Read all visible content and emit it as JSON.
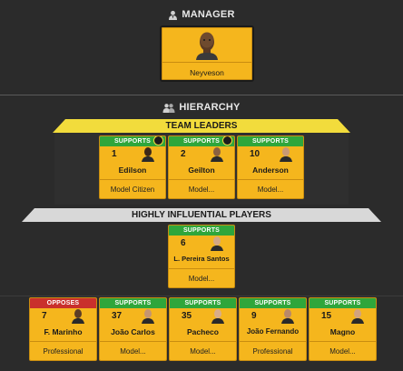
{
  "manager_section": {
    "title": "MANAGER",
    "icon": "manager-icon"
  },
  "manager": {
    "name": "Neyveson"
  },
  "hierarchy_section": {
    "title": "HIERARCHY",
    "icon": "hierarchy-icon"
  },
  "team_leaders": {
    "label": "TEAM LEADERS",
    "players": [
      {
        "relation": "SUPPORTS",
        "number": "1",
        "name": "Edilson",
        "trait": "Model Citizen",
        "badge": true
      },
      {
        "relation": "SUPPORTS",
        "number": "2",
        "name": "Geilton",
        "trait": "Model...",
        "badge": true
      },
      {
        "relation": "SUPPORTS",
        "number": "10",
        "name": "Anderson",
        "trait": "Model...",
        "badge": false
      }
    ]
  },
  "highly_influential": {
    "label": "HIGHLY INFLUENTIAL PLAYERS",
    "players": [
      {
        "relation": "SUPPORTS",
        "number": "6",
        "name": "L. Pereira Santos",
        "trait": "Model..."
      }
    ]
  },
  "influential": {
    "players": [
      {
        "relation": "OPPOSES",
        "number": "7",
        "name": "F. Marinho",
        "trait": "Professional"
      },
      {
        "relation": "SUPPORTS",
        "number": "37",
        "name": "João Carlos",
        "trait": "Model..."
      },
      {
        "relation": "SUPPORTS",
        "number": "35",
        "name": "Pacheco",
        "trait": "Model..."
      },
      {
        "relation": "SUPPORTS",
        "number": "9",
        "name": "João Fernando",
        "trait": "Professional"
      },
      {
        "relation": "SUPPORTS",
        "number": "15",
        "name": "Magno",
        "trait": "Model..."
      }
    ]
  },
  "colors": {
    "background": "#2b2b2b",
    "card": "#f5b61d",
    "supports": "#2fa63b",
    "opposes": "#c9302c",
    "leaders_band": "#f2dc3c",
    "influential_band": "#d8d8d8"
  }
}
